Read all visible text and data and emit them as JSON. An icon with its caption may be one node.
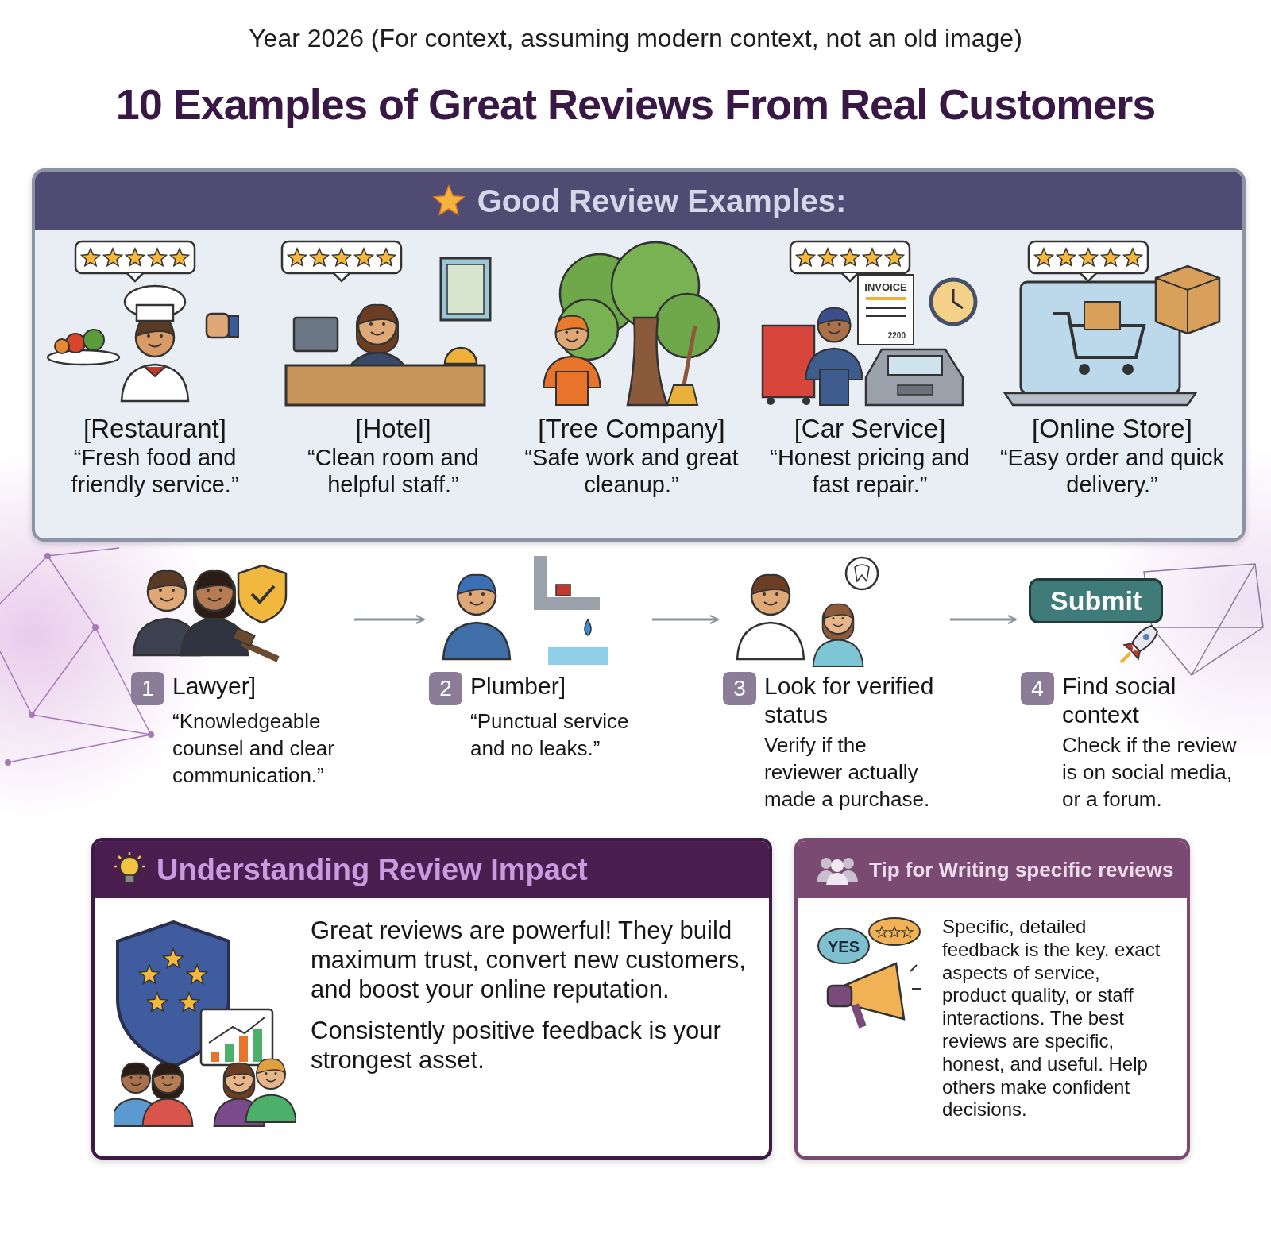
{
  "diagram": {
    "title": "10 Examples of Great Reviews From Real Customers",
    "nodes": [
      {
        "text": [
          "Good Review Examples:"
        ]
      },
      {
        "text": [
          "[Restaurant]",
          "“Fresh food and friendly service.”"
        ],
        "in": 0
      },
      {
        "text": [
          "[Hotel]",
          "“Clean room and helpful staff.”"
        ],
        "in": 0
      },
      {
        "text": [
          "[Tree Company]",
          "“Safe work and great cleanup.”"
        ],
        "in": 0
      },
      {
        "text": [
          "[Car Service]",
          "“Honest pricing and fast repair.”"
        ],
        "in": 0
      },
      {
        "text": [
          "[Online Store]",
          "“Easy order and quick delivery.”"
        ],
        "in": 0
      },
      {
        "text": [
          "1",
          "Lawyer]",
          "“Knowledgeable counsel and clear communication.”"
        ]
      },
      {
        "text": [
          "2",
          "Plumber]",
          "“Punctual service and no leaks.”"
        ]
      },
      {
        "text": [
          "3",
          "Look for verified status",
          "Verify if the reviewer actually made a purchase."
        ]
      },
      {
        "text": [
          "Submit",
          "4",
          "Find social context",
          "Check if the review is on social media, or a forum."
        ]
      },
      {
        "text": [
          "Understanding Review Impact",
          "Great reviews are powerful! They build maximum trust, convert new customers, and boost your online reputation.",
          "Consistently positive feedback is your strongest asset."
        ]
      },
      {
        "text": [
          "Tip for Writing specific reviews",
          "Specific, detailed feedback is the key. exact aspects of service, product quality, or staff interactions. The best reviews are specific, honest, and useful. Help others make confident decisions."
        ]
      }
    ],
    "edges": [
      {
        "from": 6,
        "to": 7,
        "arrow": "to"
      },
      {
        "from": 7,
        "to": 8,
        "arrow": "to"
      },
      {
        "from": 8,
        "to": 9,
        "arrow": "to"
      }
    ],
    "labels": [
      "Year 2026 (For context, assuming modern context, not an old image)",
      "INVOICE",
      "2200",
      "YES"
    ]
  }
}
